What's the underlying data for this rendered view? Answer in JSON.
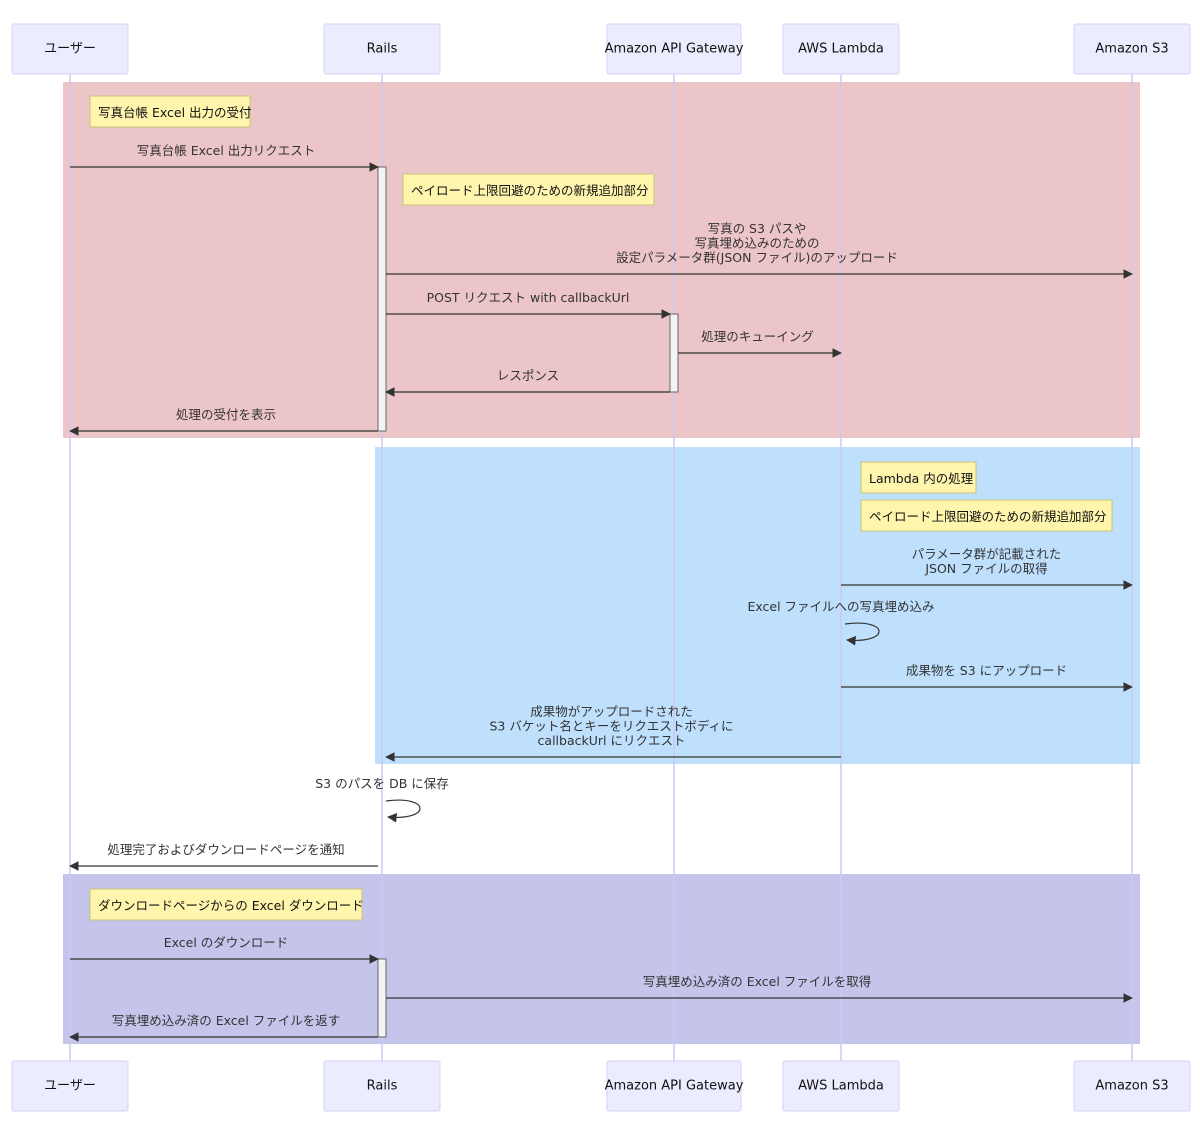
{
  "colors": {
    "section_reception": "#ecc5c8",
    "section_lambda": "#bee0fd",
    "section_download": "#c5c5ec",
    "actor_fill": "#ececff",
    "note_fill": "#fff5ad"
  },
  "actors": [
    {
      "id": "user",
      "label": "ユーザー"
    },
    {
      "id": "rails",
      "label": "Rails"
    },
    {
      "id": "apigw",
      "label": "Amazon API Gateway"
    },
    {
      "id": "lambda",
      "label": "AWS Lambda"
    },
    {
      "id": "s3",
      "label": "Amazon S3"
    }
  ],
  "notes": [
    {
      "label": "写真台帳 Excel 出力の受付"
    },
    {
      "label": "ペイロード上限回避のための新規追加部分"
    },
    {
      "label": "Lambda 内の処理"
    },
    {
      "label": "ペイロード上限回避のための新規追加部分"
    },
    {
      "label": "ダウンロードページからの Excel ダウンロード"
    }
  ],
  "messages": [
    {
      "from": "user",
      "to": "rails",
      "lines": [
        "写真台帳 Excel 出力リクエスト"
      ]
    },
    {
      "from": "rails",
      "to": "s3",
      "lines": [
        "写真の S3 パスや",
        "写真埋め込みのための",
        "設定パラメータ群(JSON ファイル)のアップロード"
      ]
    },
    {
      "from": "rails",
      "to": "apigw",
      "lines": [
        "POST リクエスト with callbackUrl"
      ]
    },
    {
      "from": "apigw",
      "to": "lambda",
      "lines": [
        "処理のキューイング"
      ]
    },
    {
      "from": "apigw",
      "to": "rails",
      "lines": [
        "レスポンス"
      ]
    },
    {
      "from": "rails",
      "to": "user",
      "lines": [
        "処理の受付を表示"
      ]
    },
    {
      "from": "lambda",
      "to": "s3",
      "lines": [
        "パラメータ群が記載された",
        "JSON ファイルの取得"
      ]
    },
    {
      "from": "lambda",
      "to": "lambda",
      "lines": [
        "Excel ファイルへの写真埋め込み"
      ]
    },
    {
      "from": "lambda",
      "to": "s3",
      "lines": [
        "成果物を S3 にアップロード"
      ]
    },
    {
      "from": "lambda",
      "to": "rails",
      "lines": [
        "成果物がアップロードされた",
        "S3 バケット名とキーをリクエストボディに",
        "callbackUrl にリクエスト"
      ]
    },
    {
      "from": "rails",
      "to": "rails",
      "lines": [
        "S3 のパスを DB に保存"
      ]
    },
    {
      "from": "rails",
      "to": "user",
      "lines": [
        "処理完了およびダウンロードページを通知"
      ]
    },
    {
      "from": "user",
      "to": "rails",
      "lines": [
        "Excel のダウンロード"
      ]
    },
    {
      "from": "rails",
      "to": "s3",
      "lines": [
        "写真埋め込み済の Excel ファイルを取得"
      ]
    },
    {
      "from": "rails",
      "to": "user",
      "lines": [
        "写真埋め込み済の Excel ファイルを返す"
      ]
    }
  ]
}
